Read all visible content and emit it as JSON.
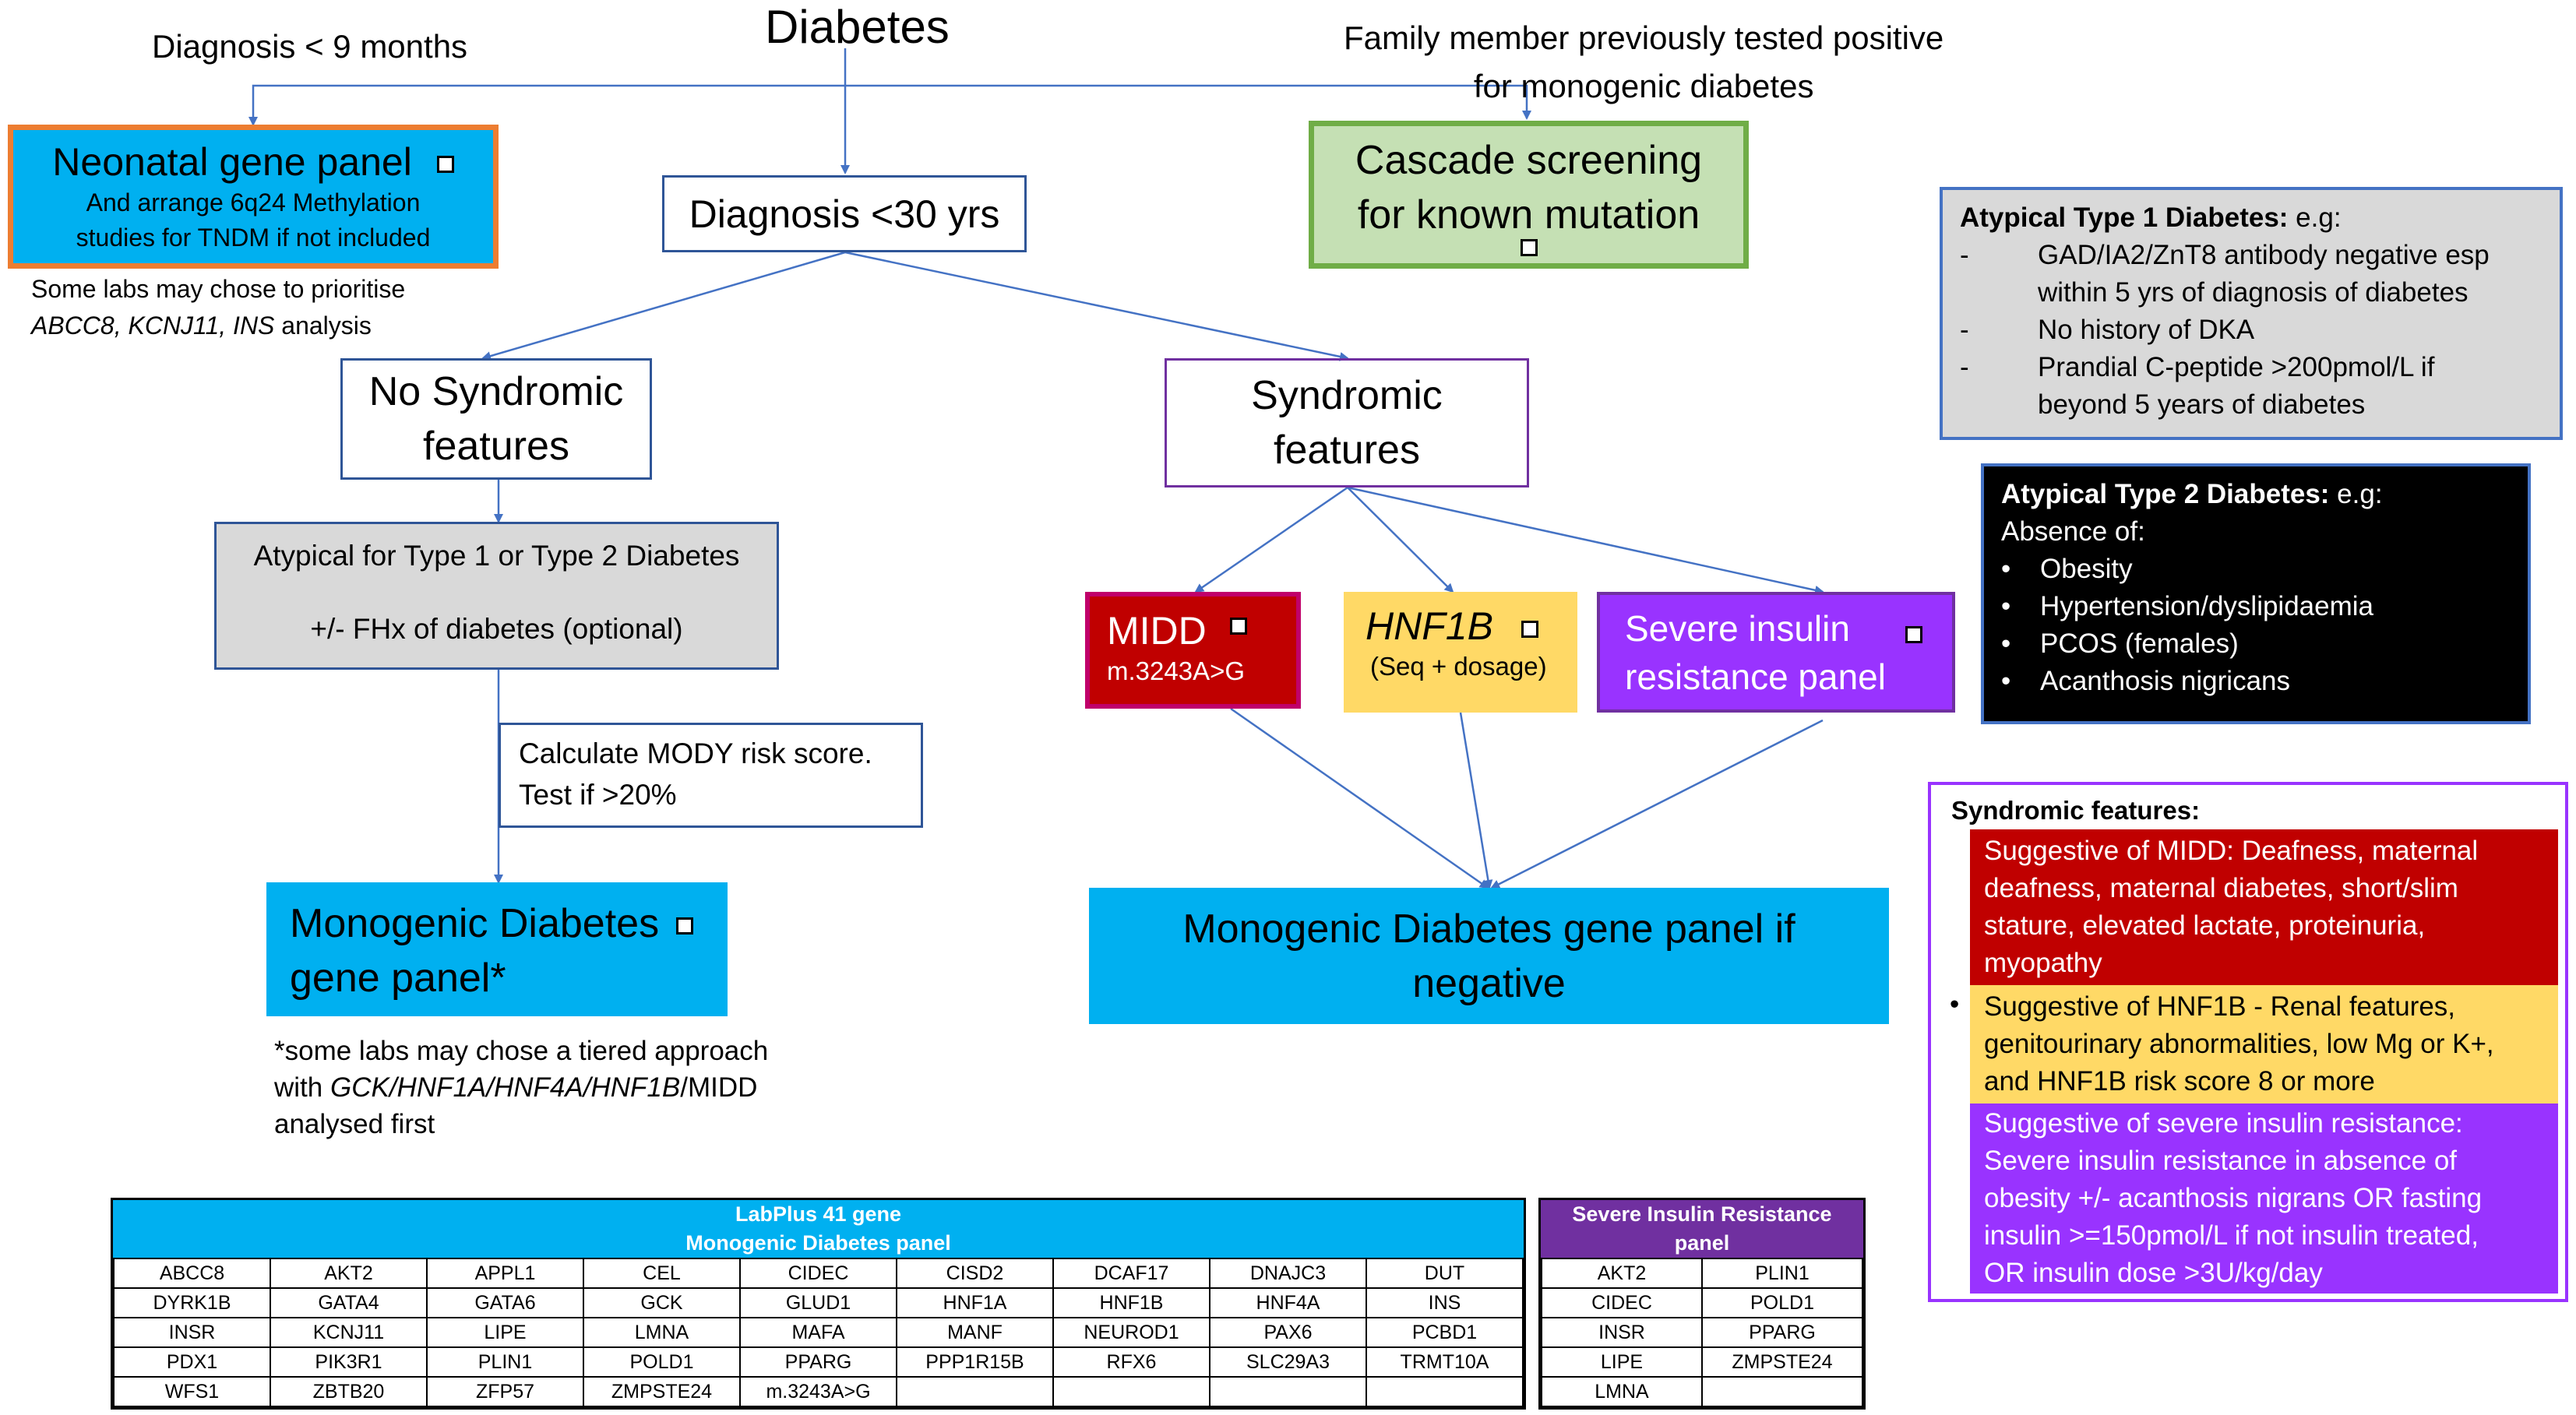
{
  "title": "Diabetes",
  "top_left_label": "Diagnosis < 9 months",
  "top_right_label": [
    "Family member previously tested positive",
    "for monogenic diabetes"
  ],
  "neonatal": {
    "title": "Neonatal gene panel",
    "sub": [
      "And arrange 6q24 Methylation",
      "studies for TNDM if not included"
    ],
    "note_line1": "Some labs may chose to prioritise",
    "note_genes": "ABCC8, KCNJ11, INS",
    "note_tail": " analysis"
  },
  "diagnosis30": "Diagnosis <30 yrs",
  "cascade": [
    "Cascade screening",
    "for known mutation"
  ],
  "no_syndromic": [
    "No Syndromic",
    "features"
  ],
  "syndromic": [
    "Syndromic",
    "features"
  ],
  "atypical": {
    "line1": "Atypical for Type 1 or Type 2 Diabetes",
    "line2": "+/- FHx of diabetes (optional)"
  },
  "mody": [
    "Calculate MODY risk score.",
    "Test if >20%"
  ],
  "monogenic_panel": {
    "line1": "Monogenic Diabetes",
    "line2": "gene panel*"
  },
  "tiered_note": {
    "line1": "*some labs may chose a tiered approach",
    "line2_prefix": "with ",
    "line2_genes": "GCK/HNF1A/HNF4A/HNF1B",
    "line2_suffix": "/MIDD",
    "line3": "analysed first"
  },
  "midd": {
    "title": "MIDD",
    "sub": "m.3243A>G"
  },
  "hnf1b": {
    "title": "HNF1B",
    "sub": "(Seq + dosage)"
  },
  "sir": [
    "Severe insulin",
    "resistance panel"
  ],
  "monogenic_if_negative": [
    "Monogenic Diabetes gene panel if",
    "negative"
  ],
  "atypical_t1": {
    "title": "Atypical Type 1 Diabetes:",
    "title_suffix": " e.g:",
    "items": [
      [
        "GAD/IA2/ZnT8 antibody negative esp",
        "within 5 yrs of diagnosis of diabetes"
      ],
      [
        "No history of DKA"
      ],
      [
        "Prandial C-peptide >200pmol/L if",
        "beyond 5 years of diabetes"
      ]
    ],
    "dash": "-"
  },
  "atypical_t2": {
    "title": "Atypical Type 2 Diabetes:",
    "title_suffix": " e.g:",
    "absence": "Absence of:",
    "bullet": "•",
    "items": [
      "Obesity",
      "Hypertension/dyslipidaemia",
      "PCOS (females)",
      "Acanthosis nigricans"
    ]
  },
  "syndromic_features": {
    "title": "Syndromic features:",
    "bullet": "•",
    "midd": [
      "Suggestive of MIDD: Deafness, maternal",
      "deafness, maternal diabetes, short/slim",
      "stature, elevated lactate, proteinuria,",
      "myopathy"
    ],
    "hnf1b": [
      "Suggestive of HNF1B - Renal features,",
      "genitourinary abnormalities, low Mg or K+,",
      "and HNF1B risk score 8 or more"
    ],
    "sir": [
      "Suggestive of severe insulin resistance:",
      "Severe insulin resistance in absence of",
      "obesity +/- acanthosis nigrans OR fasting",
      "insulin >=150pmol/L if not insulin treated,",
      "OR insulin dose >3U/kg/day"
    ]
  },
  "labplus": {
    "header": [
      "LabPlus 41 gene",
      "Monogenic Diabetes panel"
    ],
    "rows": [
      [
        "ABCC8",
        "AKT2",
        "APPL1",
        "CEL",
        "CIDEC",
        "CISD2",
        "DCAF17",
        "DNAJC3",
        "DUT"
      ],
      [
        "DYRK1B",
        "GATA4",
        "GATA6",
        "GCK",
        "GLUD1",
        "HNF1A",
        "HNF1B",
        "HNF4A",
        "INS"
      ],
      [
        "INSR",
        "KCNJ11",
        "LIPE",
        "LMNA",
        "MAFA",
        "MANF",
        "NEUROD1",
        "PAX6",
        "PCBD1"
      ],
      [
        "PDX1",
        "PIK3R1",
        "PLIN1",
        "POLD1",
        "PPARG",
        "PPP1R15B",
        "RFX6",
        "SLC29A3",
        "TRMT10A"
      ],
      [
        "WFS1",
        "ZBTB20",
        "ZFP57",
        "ZMPSTE24",
        "m.3243A>G",
        "",
        "",
        "",
        ""
      ]
    ]
  },
  "sir_table": {
    "header": [
      "Severe Insulin Resistance",
      "panel"
    ],
    "rows": [
      [
        "AKT2",
        "PLIN1"
      ],
      [
        "CIDEC",
        "POLD1"
      ],
      [
        "INSR",
        "PPARG"
      ],
      [
        "LIPE",
        "ZMPSTE24"
      ],
      [
        "LMNA",
        ""
      ]
    ]
  },
  "colors": {
    "blue_fill": "#00b0f0",
    "orange": "#ed7d31",
    "green_fill": "#c5e0b4",
    "green_border": "#70ad47",
    "box_border": "#2f5597",
    "purple_border": "#7030a0",
    "grey": "#d9d9d9",
    "midd_red": "#c00000",
    "midd_border": "#c0006a",
    "yellow": "#ffd966",
    "purple_fill": "#9933ff",
    "sir_header": "#7030a0",
    "arrow": "#4472c4"
  }
}
